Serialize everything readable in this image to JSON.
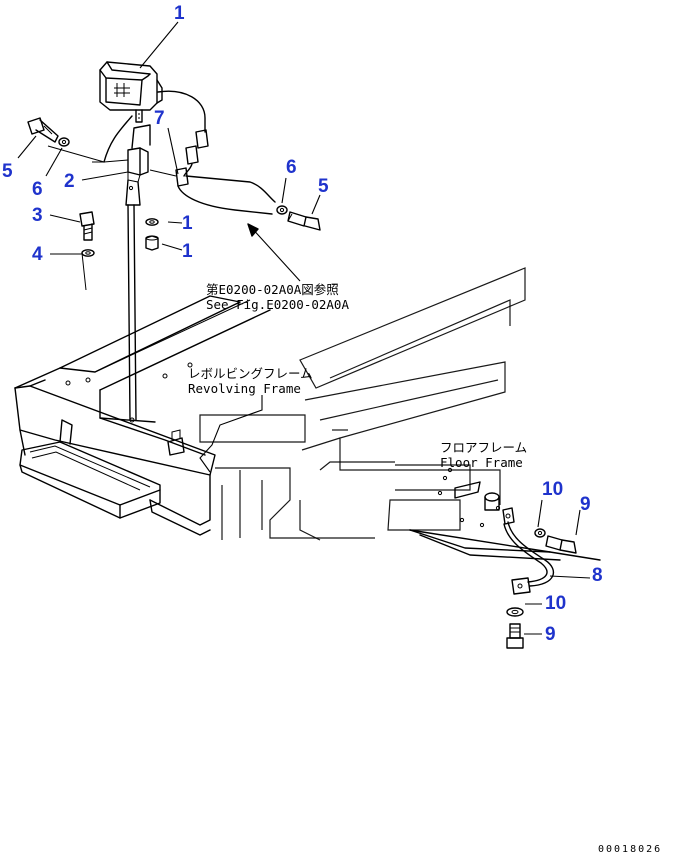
{
  "callouts": [
    {
      "id": "c1a",
      "label": "1"
    },
    {
      "id": "c7",
      "label": "7"
    },
    {
      "id": "c5a",
      "label": "5"
    },
    {
      "id": "c6a",
      "label": "6"
    },
    {
      "id": "c2",
      "label": "2"
    },
    {
      "id": "c6b",
      "label": "6"
    },
    {
      "id": "c5b",
      "label": "5"
    },
    {
      "id": "c3",
      "label": "3"
    },
    {
      "id": "c1b",
      "label": "1"
    },
    {
      "id": "c4",
      "label": "4"
    },
    {
      "id": "c1c",
      "label": "1"
    },
    {
      "id": "c10a",
      "label": "10"
    },
    {
      "id": "c9a",
      "label": "9"
    },
    {
      "id": "c8",
      "label": "8"
    },
    {
      "id": "c10b",
      "label": "10"
    },
    {
      "id": "c9b",
      "label": "9"
    }
  ],
  "notes": {
    "see_fig_jp": "第E0200-02A0A図参照",
    "see_fig_en": "See Fig.E0200-02A0A",
    "revolving_jp": "レボルビングフレーム",
    "revolving_en": "Revolving Frame",
    "floor_jp": "フロアフレーム",
    "floor_en": "Floor Frame"
  },
  "document_number": "00018026",
  "colors": {
    "callout": "#1f33cc",
    "line": "#000000"
  }
}
